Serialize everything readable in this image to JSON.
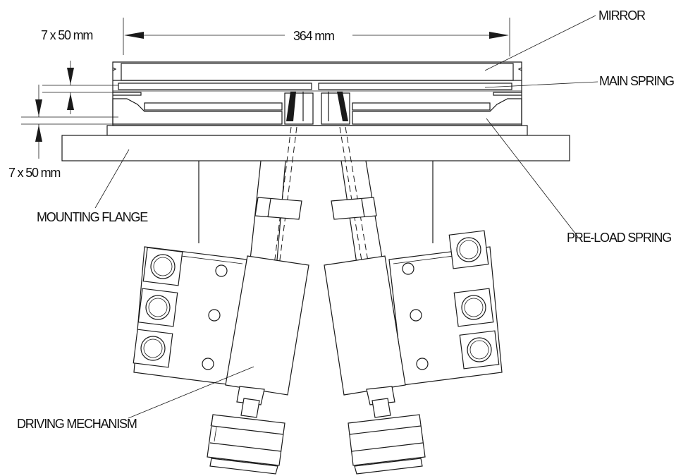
{
  "labels": {
    "mirror": "MIRROR",
    "main_spring": "MAIN SPRING",
    "pre_load_spring": "PRE-LOAD SPRING",
    "mounting_flange": "MOUNTING FLANGE",
    "driving_mechanism": "DRIVING MECHANISM"
  },
  "dimensions": {
    "width": "364 mm",
    "upper_thickness": "7 x 50 mm",
    "lower_thickness": "7 x 50 mm"
  }
}
